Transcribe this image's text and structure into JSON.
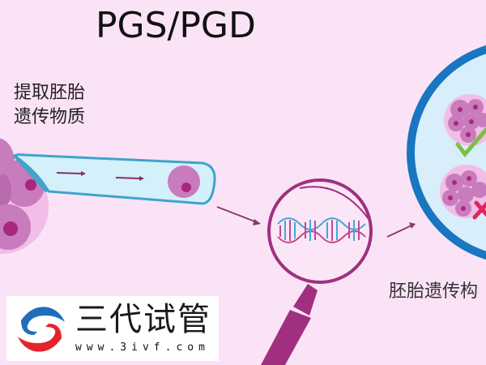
{
  "diagram": {
    "title": "PGS/PGD",
    "steps": [
      {
        "label_line1": "提取胚胎",
        "label_line2": "遗传物质",
        "icon": "embryo-biopsy-pipette"
      },
      {
        "label": "",
        "icon": "magnifier-dna-icon"
      },
      {
        "label": "胚胎遗传构",
        "icon": "embryo-selection-dish"
      }
    ],
    "results": [
      {
        "status": "pass",
        "icon": "check-icon",
        "color": "#7bc043"
      },
      {
        "status": "fail",
        "icon": "cross-icon",
        "color": "#e0245e"
      }
    ],
    "colors": {
      "background": "#fbe3f7",
      "pipette_fill": "#d4f0fb",
      "pipette_stroke": "#3fa4c9",
      "magnifier": "#a0307f",
      "dish_ring": "#1976c0",
      "dish_fill": "#d8eefa",
      "cell": "#c77bbd",
      "nucleus": "#a8287f",
      "dna_blue": "#3fa9d6",
      "dna_pink": "#c4488f"
    }
  },
  "watermark": {
    "brand": "三代试管",
    "url": "www.3ivf.com"
  }
}
